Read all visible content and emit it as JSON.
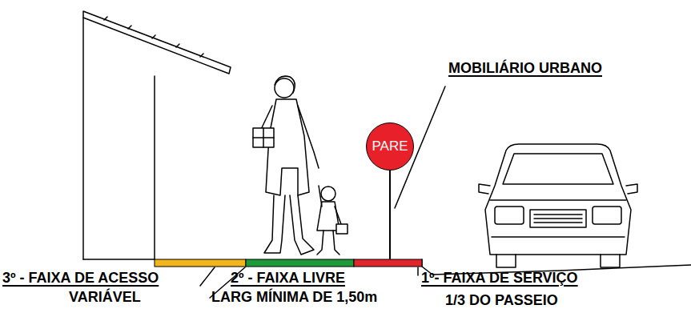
{
  "diagram": {
    "nodes": [
      {
        "text": [
          "PARE"
        ]
      }
    ],
    "labels": [
      "MOBILIÁRIO URBANO",
      "3º - FAIXA DE ACESSO",
      "VARIÁVEL",
      "2º - FAIXA LIVRE",
      "LARG MÍNIMA DE 1,50m",
      "1º- FAIXA DE SERVIÇO",
      "1/3 DO PASSEIO"
    ]
  }
}
